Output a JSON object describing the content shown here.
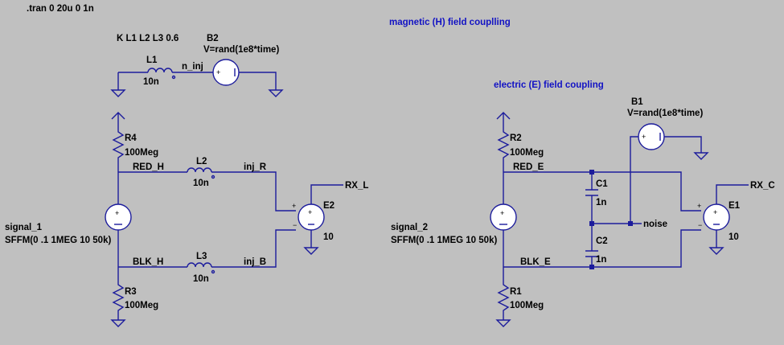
{
  "directives": {
    "tran": ".tran 0 20u 0 1n",
    "coupling": "K L1 L2 L3 0.6"
  },
  "comments": {
    "magnetic": "magnetic (H) field couplling",
    "electric": "electric (E) field coupling"
  },
  "components": {
    "L1": {
      "name": "L1",
      "value": "10n"
    },
    "L2": {
      "name": "L2",
      "value": "10n"
    },
    "L3": {
      "name": "L3",
      "value": "10n"
    },
    "B2": {
      "name": "B2",
      "value": "V=rand(1e8*time)"
    },
    "B1": {
      "name": "B1",
      "value": "V=rand(1e8*time)"
    },
    "R4": {
      "name": "R4",
      "value": "100Meg"
    },
    "R3": {
      "name": "R3",
      "value": "100Meg"
    },
    "R2": {
      "name": "R2",
      "value": "100Meg"
    },
    "R1": {
      "name": "R1",
      "value": "100Meg"
    },
    "C1": {
      "name": "C1",
      "value": "1n"
    },
    "C2": {
      "name": "C2",
      "value": "1n"
    },
    "E2": {
      "name": "E2",
      "value": "10"
    },
    "E1": {
      "name": "E1",
      "value": "10"
    },
    "signal_1": {
      "name": "signal_1",
      "value": "SFFM(0 .1 1MEG 10 50k)"
    },
    "signal_2": {
      "name": "signal_2",
      "value": "SFFM(0 .1 1MEG 10 50k)"
    }
  },
  "nets": {
    "n_inj": "n_inj",
    "red_h": "RED_H",
    "blk_h": "BLK_H",
    "inj_r": "inj_R",
    "inj_b": "inj_B",
    "rx_l": "RX_L",
    "red_e": "RED_E",
    "blk_e": "BLK_E",
    "noise": "noise",
    "rx_c": "RX_C"
  },
  "colors": {
    "background": "#c0c0c0",
    "wire": "#1c1c9c",
    "comment": "#1212c4"
  }
}
